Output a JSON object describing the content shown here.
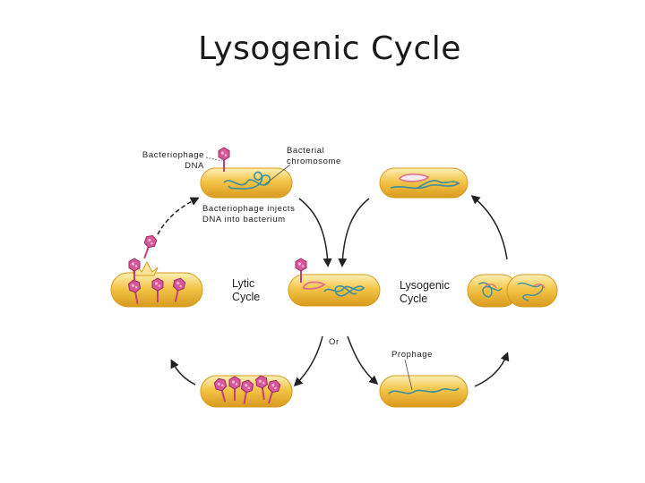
{
  "title": "Lysogenic Cycle",
  "labels": {
    "bacteriophage_dna": [
      "Bacteriophage",
      "DNA"
    ],
    "bacterial_chromosome": [
      "Bacterial",
      "chromosome"
    ],
    "injects": [
      "Bacteriophage injects",
      "DNA into bacterium"
    ],
    "lytic_cycle": [
      "Lytic",
      "Cycle"
    ],
    "lysogenic_cycle": [
      "Lysogenic",
      "Cycle"
    ],
    "or": "Or",
    "prophage": "Prophage"
  },
  "colors": {
    "cell_fill": "#f3c548",
    "cell_edge": "#d89a1a",
    "cell_highlight": "#fbe9a4",
    "chromosome": "#3b8fa0",
    "phage_dna": "#e06f8b",
    "phage": "#c2407e",
    "arrow": "#222222"
  }
}
